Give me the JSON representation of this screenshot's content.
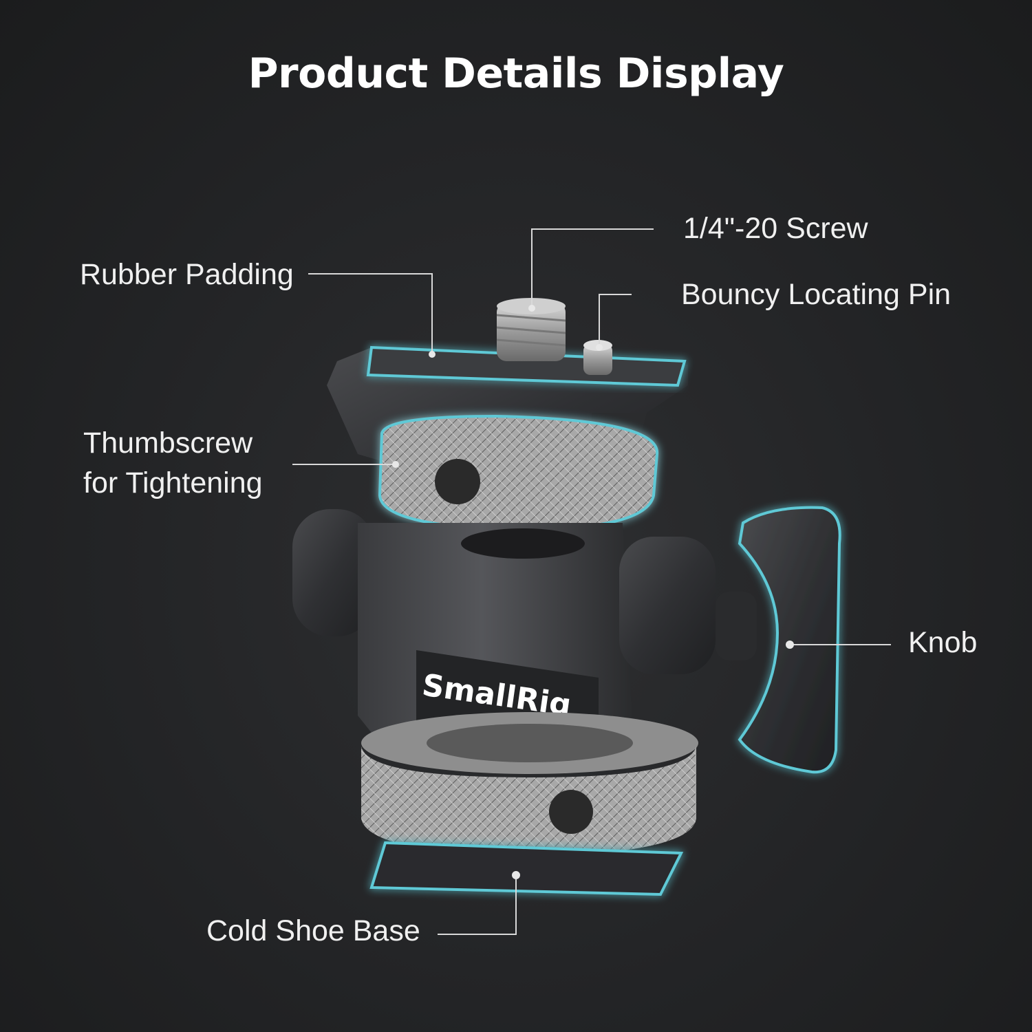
{
  "title": "Product Details Display",
  "labels": {
    "screw": "1/4\"-20 Screw",
    "rubber_padding": "Rubber Padding",
    "locating_pin": "Bouncy Locating Pin",
    "thumbscrew": "Thumbscrew\nfor Tightening",
    "knob": "Knob",
    "cold_shoe": "Cold Shoe Base"
  },
  "brand_logo": "SmallRig",
  "colors": {
    "background": "#232426",
    "highlight_glow": "#5fc9d6",
    "text": "#f0f0f0"
  }
}
